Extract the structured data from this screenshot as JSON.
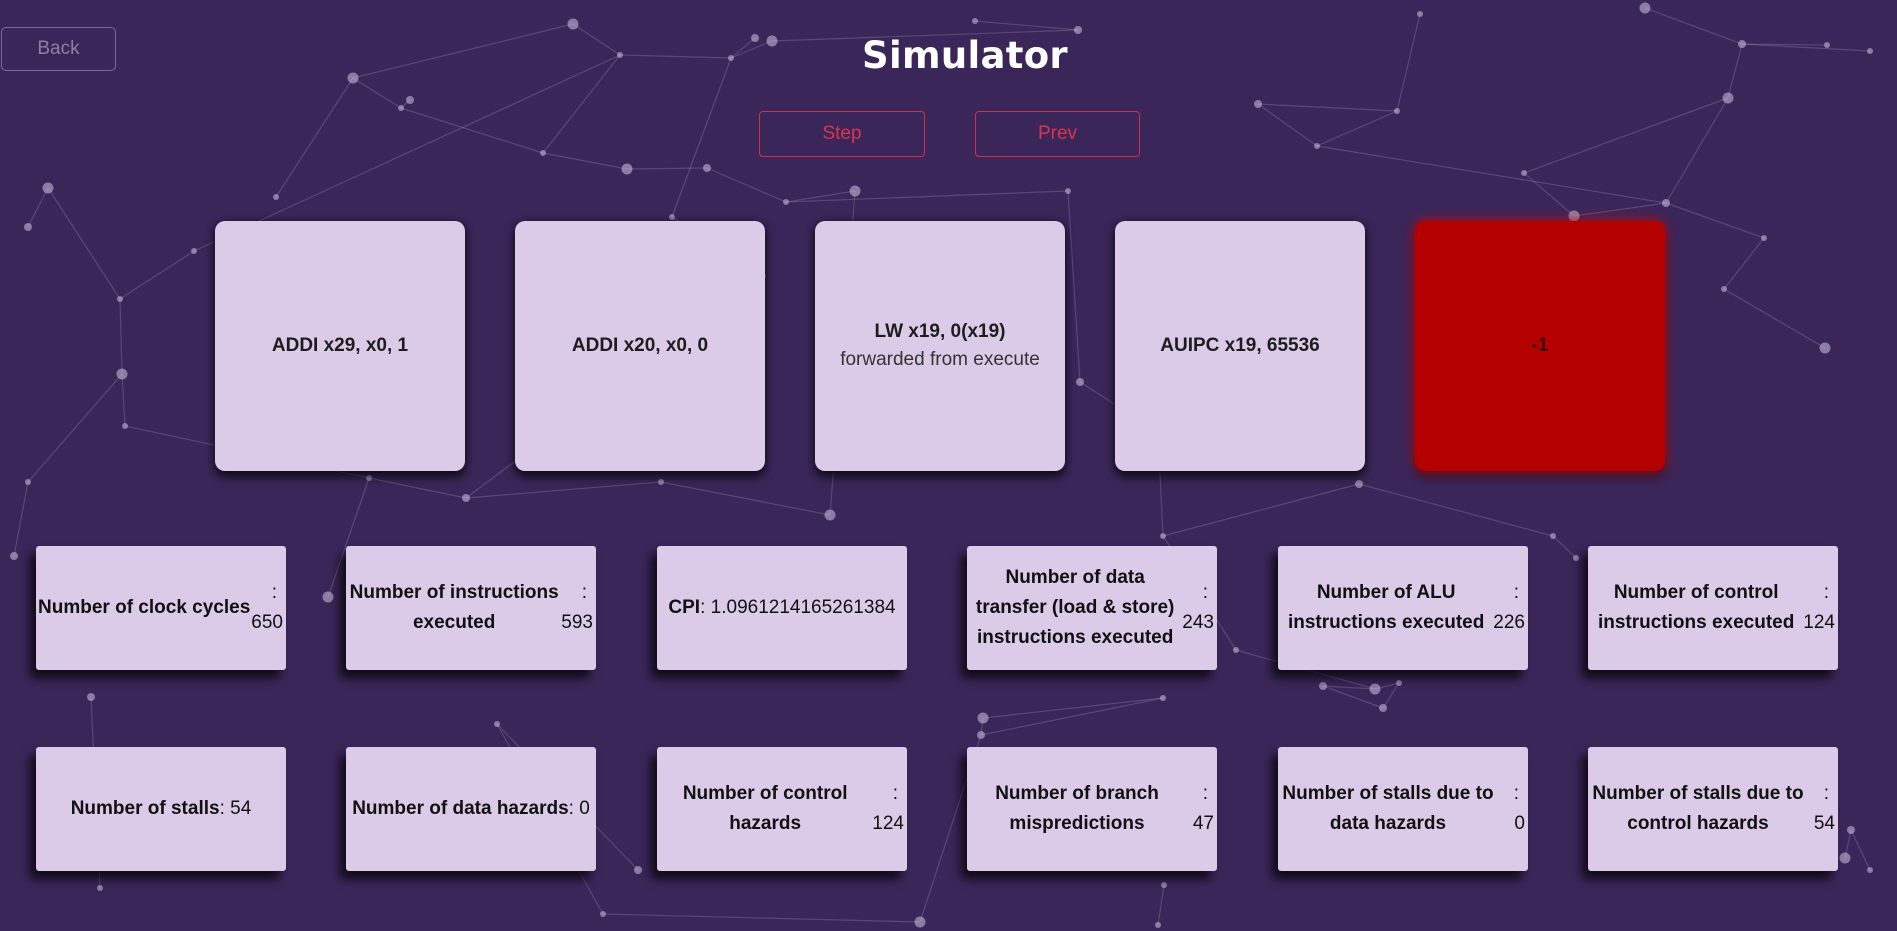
{
  "header": {
    "back_label": "Back",
    "title": "Simulator",
    "step_label": "Step",
    "prev_label": "Prev"
  },
  "pipeline": [
    {
      "instruction": "ADDI x29, x0, 1",
      "note": "",
      "flushed": false
    },
    {
      "instruction": "ADDI x20, x0, 0",
      "note": "",
      "flushed": false
    },
    {
      "instruction": "LW x19, 0(x19)",
      "note": "forwarded from execute",
      "flushed": false
    },
    {
      "instruction": "AUIPC x19, 65536",
      "note": "",
      "flushed": false
    },
    {
      "instruction": "-1",
      "note": "",
      "flushed": true
    }
  ],
  "stats_row1": [
    {
      "label": "Number of clock cycles",
      "sep": ":",
      "value": "650"
    },
    {
      "label": "Number of instructions executed",
      "sep": ":",
      "value": "593"
    },
    {
      "label": "CPI",
      "sep": ":",
      "value": "1.0961214165261384"
    },
    {
      "label": "Number of data transfer (load & store) instructions executed",
      "sep": ":",
      "value": "243"
    },
    {
      "label": "Number of ALU instructions executed",
      "sep": ":",
      "value": "226"
    },
    {
      "label": "Number of control instructions executed",
      "sep": ":",
      "value": "124"
    }
  ],
  "stats_row2": [
    {
      "label": "Number of stalls",
      "sep": ":",
      "value": "54"
    },
    {
      "label": "Number of data hazards",
      "sep": ":",
      "value": "0"
    },
    {
      "label": "Number of control hazards",
      "sep": ":",
      "value": "124"
    },
    {
      "label": "Number of branch mispredictions",
      "sep": ":",
      "value": "47"
    },
    {
      "label": "Number of stalls due to data hazards",
      "sep": ":",
      "value": "0"
    },
    {
      "label": "Number of stalls due to control hazards",
      "sep": ":",
      "value": "54"
    }
  ],
  "colors": {
    "background": "#3b2659",
    "card": "#dccbe8",
    "flushed_stage": "#b50000",
    "button_accent": "#d9344f"
  }
}
